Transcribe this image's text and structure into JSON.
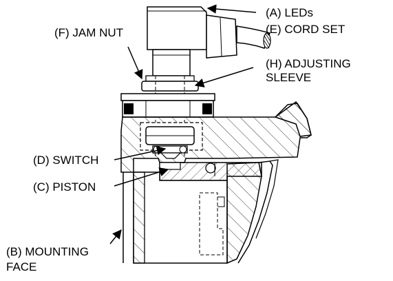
{
  "labels": {
    "leds": "(A)   LEDs",
    "cord_set": "(E) CORD SET",
    "jam_nut": "(F) JAM NUT",
    "adjusting_sleeve_1": "(H) ADJUSTING",
    "adjusting_sleeve_2": "SLEEVE",
    "switch": "(D) SWITCH",
    "piston": "(C) PISTON",
    "mounting_face_1": "(B) MOUNTING",
    "mounting_face_2": "FACE"
  },
  "colors": {
    "line": "#000000",
    "background": "#ffffff"
  }
}
